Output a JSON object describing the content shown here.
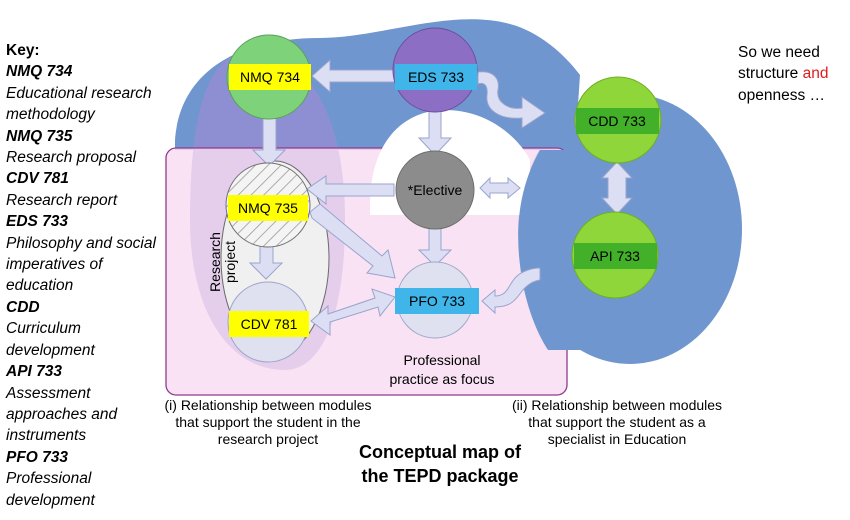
{
  "key": {
    "title": "Key:",
    "entries": [
      {
        "code": "NMQ 734",
        "desc": [
          "Educational research",
          "methodology"
        ]
      },
      {
        "code": "NMQ 735",
        "desc": [
          "Research proposal"
        ]
      },
      {
        "code": "CDV 781",
        "desc": [
          "Research report"
        ]
      },
      {
        "code": "EDS 733",
        "desc": [
          "Philosophy and social",
          "imperatives of",
          "education"
        ]
      },
      {
        "code": "CDD",
        "desc": [
          "Curriculum",
          "development"
        ]
      },
      {
        "code": "API 733",
        "desc": [
          "Assessment",
          "approaches and",
          "instruments"
        ]
      },
      {
        "code": "PFO 733",
        "desc": [
          "Professional",
          "development"
        ]
      }
    ]
  },
  "note": {
    "line1": "So we need",
    "line2_before": "structure ",
    "line2_highlight": "and",
    "line3": "openness …",
    "highlight_color": "#e01b1b"
  },
  "modules": {
    "nmq734": "NMQ 734",
    "eds733": "EDS 733",
    "cdd733": "CDD 733",
    "elective": "*Elective",
    "nmq735": "NMQ 735",
    "api733": "API 733",
    "pfo733": "PFO 733",
    "cdv781": "CDV 781"
  },
  "labels": {
    "research_project": [
      "Research",
      "project"
    ],
    "professional_practice": [
      "Professional",
      "practice as focus"
    ],
    "caption_left": [
      "(i) Relationship between modules",
      "that support the student in the",
      "research project"
    ],
    "caption_right": [
      "(ii) Relationship between modules",
      "that support the student as a",
      "specialist in Education"
    ],
    "title": [
      "Conceptual map of",
      "the TEPD package"
    ]
  },
  "colors": {
    "blue_region": "#6f96cf",
    "purple_region": "#8e8fd3",
    "pink_region": "#f6dcf0",
    "green_node": "#7ed37a",
    "bright_green": "#8fd63a",
    "purple_node": "#8c6fc4",
    "grey_node": "#8c8c8c",
    "yellow_tag": "#ffff00",
    "cyan_tag": "#3fb5ea",
    "dark_green_tag": "#43b02a",
    "arrow_fill": "#dcdff4"
  }
}
